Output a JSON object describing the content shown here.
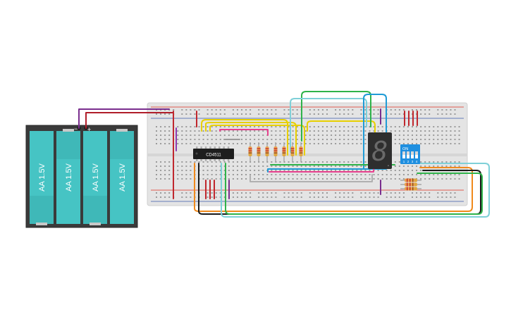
{
  "battery": {
    "cells": [
      "AA 1.5V",
      "AA 1.5V",
      "AA 1.5V",
      "AA 1.5V"
    ],
    "plus_sign": "+",
    "minus_sign": "−"
  },
  "chip": {
    "label": "CD4511"
  },
  "dip_switch": {
    "on_label": "ON",
    "numbers": [
      "1",
      "2",
      "3",
      "4"
    ]
  },
  "display": {
    "digit": "8",
    "dot": "."
  },
  "colors": {
    "breadboard": "#e4e4e4",
    "battery_body": "#3a3a3a",
    "cell": "#46c4c4",
    "chip": "#1e1e1e",
    "display": "#2e2e2e",
    "dip": "#1e8fe0",
    "rail_red": "#e0301f",
    "rail_blue": "#3a5ba8"
  }
}
